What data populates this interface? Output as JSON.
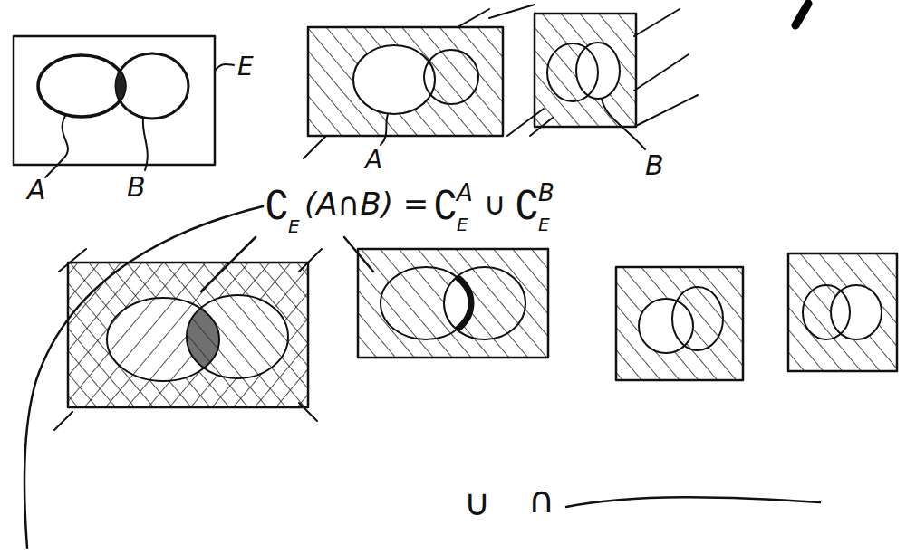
{
  "diagram": {
    "labels": [
      "A",
      "B",
      "E",
      "A",
      "B",
      "∁",
      "E",
      "(A∩B) =",
      "∁",
      "A",
      "E",
      "∪",
      "∁",
      "B",
      "E",
      "∪",
      "∩"
    ]
  }
}
